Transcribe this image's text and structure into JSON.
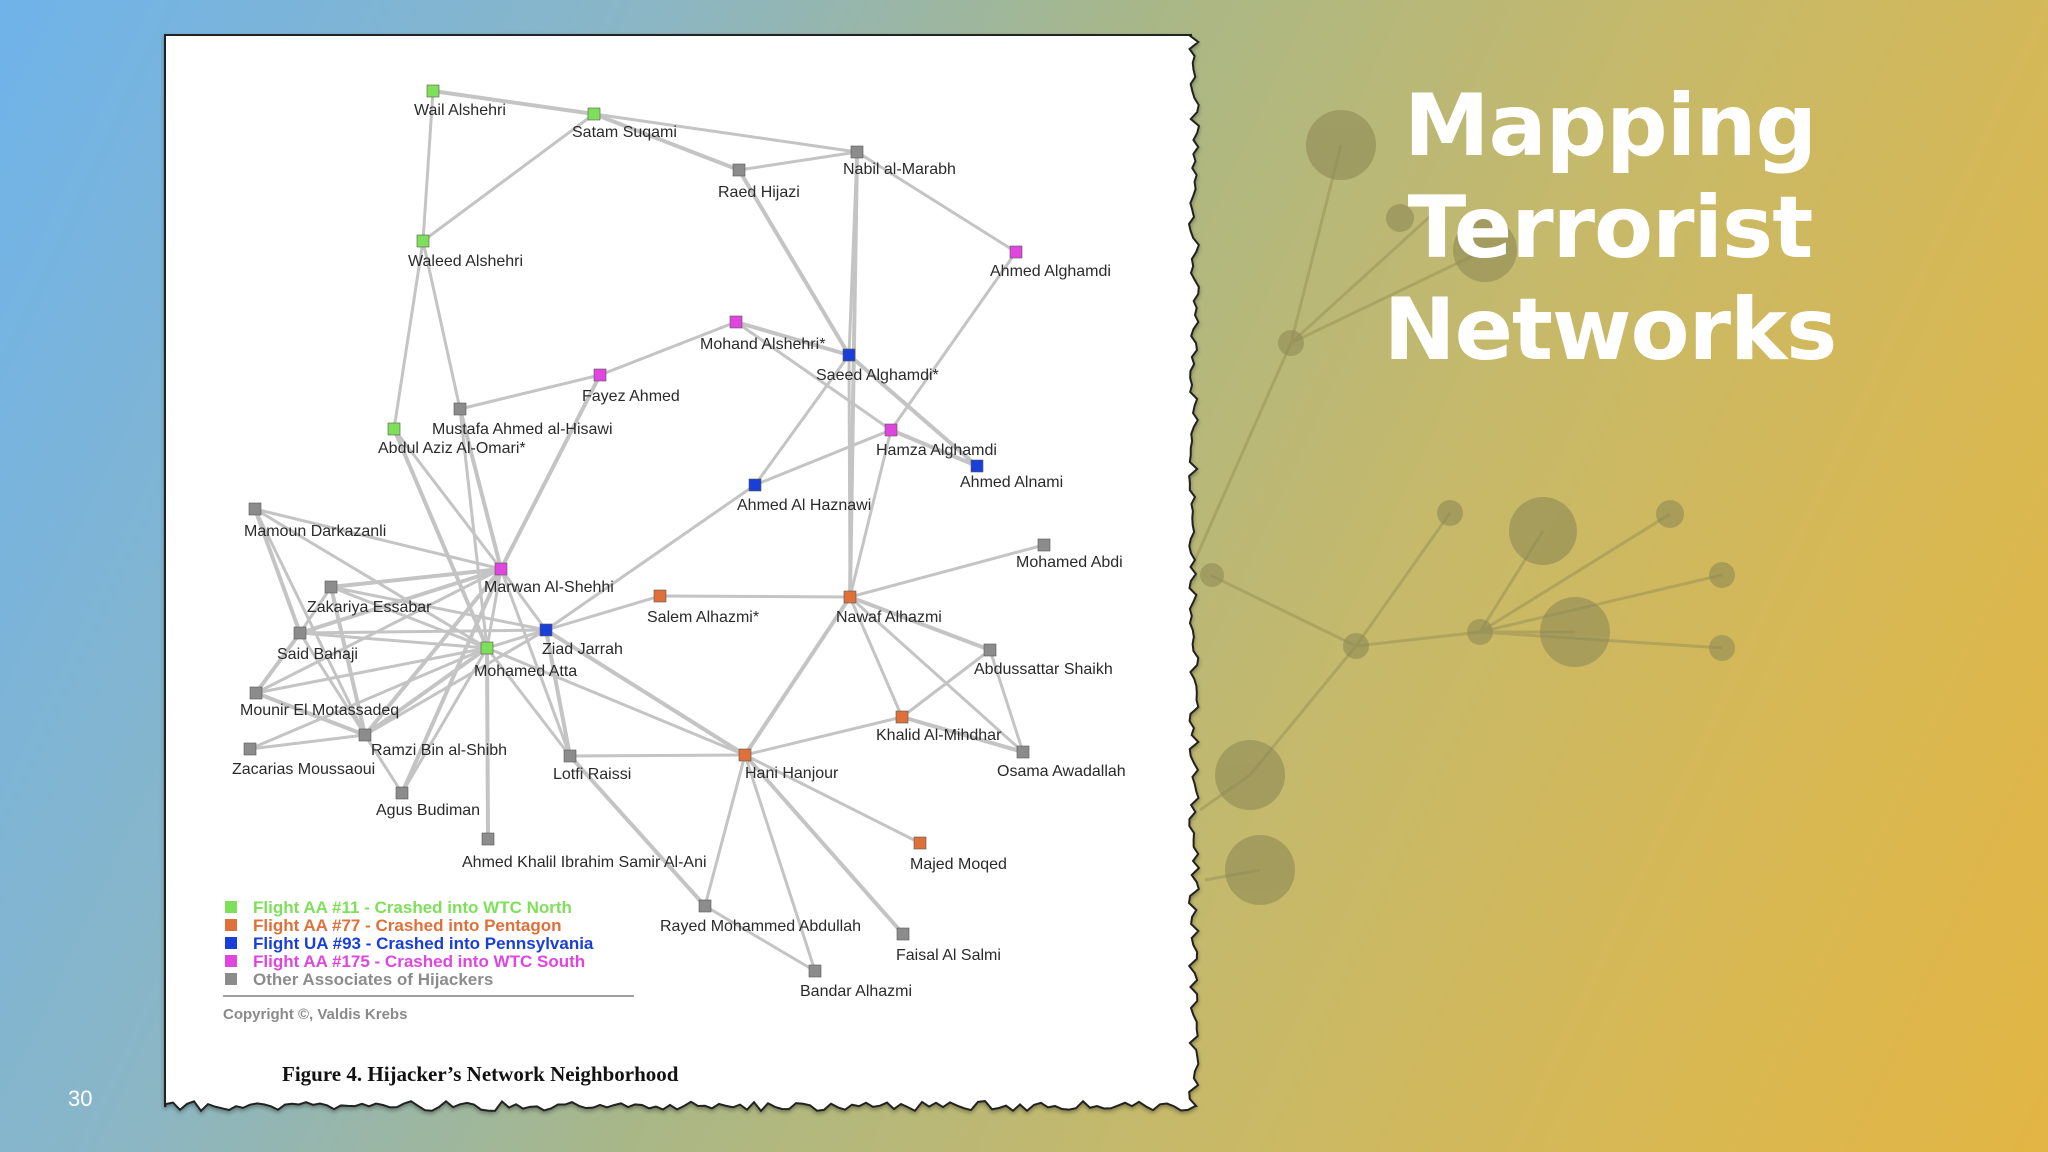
{
  "slide": {
    "title_lines": [
      "Mapping",
      "Terrorist",
      "Networks"
    ],
    "page_number": "30"
  },
  "colors": {
    "flight_aa11": "#7ee05a",
    "flight_aa77": "#e0703a",
    "flight_ua93": "#1a3fd9",
    "flight_aa175": "#e045e0",
    "other": "#8c8c8c",
    "edge": "#c4c4c4"
  },
  "figure": {
    "caption": "Figure 4. Hijacker’s Network Neighborhood",
    "copyright": "Copyright ©, Valdis Krebs",
    "legend": [
      {
        "group": "aa11",
        "label": "Flight AA #11 - Crashed into WTC North"
      },
      {
        "group": "aa77",
        "label": "Flight AA #77 - Crashed into Pentagon"
      },
      {
        "group": "ua93",
        "label": "Flight UA #93 - Crashed into Pennsylvania"
      },
      {
        "group": "aa175",
        "label": "Flight AA #175 - Crashed into WTC South"
      },
      {
        "group": "other",
        "label": "Other Associates of Hijackers"
      }
    ],
    "nodes": [
      {
        "id": "wail",
        "label": "Wail Alshehri",
        "group": "aa11"
      },
      {
        "id": "satam",
        "label": "Satam Suqami",
        "group": "aa11"
      },
      {
        "id": "waleed",
        "label": "Waleed Alshehri",
        "group": "aa11"
      },
      {
        "id": "abdulaziz",
        "label": "Abdul Aziz Al-Omari*",
        "group": "aa11"
      },
      {
        "id": "atta",
        "label": "Mohamed Atta",
        "group": "aa11"
      },
      {
        "id": "nabil",
        "label": "Nabil al-Marabh",
        "group": "other"
      },
      {
        "id": "raed",
        "label": "Raed Hijazi",
        "group": "other"
      },
      {
        "id": "ahmedalghamdi",
        "label": "Ahmed Alghamdi",
        "group": "aa175"
      },
      {
        "id": "mohand",
        "label": "Mohand Alshehri*",
        "group": "aa175"
      },
      {
        "id": "saeed",
        "label": "Saeed Alghamdi*",
        "group": "ua93"
      },
      {
        "id": "fayez",
        "label": "Fayez Ahmed",
        "group": "aa175"
      },
      {
        "id": "mustafa",
        "label": "Mustafa Ahmed al-Hisawi",
        "group": "other"
      },
      {
        "id": "hamza",
        "label": "Hamza Alghamdi",
        "group": "aa175"
      },
      {
        "id": "alnami",
        "label": "Ahmed Alnami",
        "group": "ua93"
      },
      {
        "id": "haznawi",
        "label": "Ahmed Al Haznawi",
        "group": "ua93"
      },
      {
        "id": "mamoun",
        "label": "Mamoun Darkazanli",
        "group": "other"
      },
      {
        "id": "marwan",
        "label": "Marwan Al-Shehhi",
        "group": "aa175"
      },
      {
        "id": "zakariya",
        "label": "Zakariya Essabar",
        "group": "other"
      },
      {
        "id": "salem",
        "label": "Salem Alhazmi*",
        "group": "aa77"
      },
      {
        "id": "nawaf",
        "label": "Nawaf Alhazmi",
        "group": "aa77"
      },
      {
        "id": "mabdi",
        "label": "Mohamed Abdi",
        "group": "other"
      },
      {
        "id": "said",
        "label": "Said Bahaji",
        "group": "other"
      },
      {
        "id": "jarrah",
        "label": "Ziad Jarrah",
        "group": "ua93"
      },
      {
        "id": "shaikh",
        "label": "Abdussattar Shaikh",
        "group": "other"
      },
      {
        "id": "mounir",
        "label": "Mounir El Motassadeq",
        "group": "other"
      },
      {
        "id": "ramzi",
        "label": "Ramzi Bin al-Shibh",
        "group": "other"
      },
      {
        "id": "khalid",
        "label": "Khalid Al-Mihdhar",
        "group": "aa77"
      },
      {
        "id": "zacarias",
        "label": "Zacarias Moussaoui",
        "group": "other"
      },
      {
        "id": "lotfi",
        "label": "Lotfi Raissi",
        "group": "other"
      },
      {
        "id": "hani",
        "label": "Hani Hanjour",
        "group": "aa77"
      },
      {
        "id": "osama",
        "label": "Osama Awadallah",
        "group": "other"
      },
      {
        "id": "agus",
        "label": "Agus Budiman",
        "group": "other"
      },
      {
        "id": "ahmedkhalil",
        "label": "Ahmed Khalil Ibrahim Samir Al-Ani",
        "group": "other"
      },
      {
        "id": "majed",
        "label": "Majed Moqed",
        "group": "aa77"
      },
      {
        "id": "rayed",
        "label": "Rayed Mohammed Abdullah",
        "group": "other"
      },
      {
        "id": "faisal",
        "label": "Faisal Al Salmi",
        "group": "other"
      },
      {
        "id": "bandar",
        "label": "Bandar Alhazmi",
        "group": "other"
      }
    ],
    "edges": [
      [
        "wail",
        "satam"
      ],
      [
        "wail",
        "waleed"
      ],
      [
        "satam",
        "waleed"
      ],
      [
        "satam",
        "raed"
      ],
      [
        "satam",
        "nabil"
      ],
      [
        "raed",
        "nabil"
      ],
      [
        "raed",
        "saeed"
      ],
      [
        "nabil",
        "saeed"
      ],
      [
        "nabil",
        "ahmedalghamdi"
      ],
      [
        "nabil",
        "nawaf"
      ],
      [
        "waleed",
        "abdulaziz"
      ],
      [
        "waleed",
        "mustafa"
      ],
      [
        "abdulaziz",
        "atta"
      ],
      [
        "abdulaziz",
        "marwan"
      ],
      [
        "mustafa",
        "fayez"
      ],
      [
        "mustafa",
        "marwan"
      ],
      [
        "mustafa",
        "atta"
      ],
      [
        "mohand",
        "fayez"
      ],
      [
        "mohand",
        "saeed"
      ],
      [
        "mohand",
        "hamza"
      ],
      [
        "saeed",
        "haznawi"
      ],
      [
        "saeed",
        "alnami"
      ],
      [
        "saeed",
        "nawaf"
      ],
      [
        "hamza",
        "haznawi"
      ],
      [
        "hamza",
        "alnami"
      ],
      [
        "hamza",
        "nawaf"
      ],
      [
        "ahmedalghamdi",
        "hamza"
      ],
      [
        "fayez",
        "marwan"
      ],
      [
        "haznawi",
        "jarrah"
      ],
      [
        "mamoun",
        "marwan"
      ],
      [
        "mamoun",
        "said"
      ],
      [
        "mamoun",
        "ramzi"
      ],
      [
        "mamoun",
        "atta"
      ],
      [
        "zakariya",
        "marwan"
      ],
      [
        "zakariya",
        "atta"
      ],
      [
        "zakariya",
        "said"
      ],
      [
        "zakariya",
        "ramzi"
      ],
      [
        "zakariya",
        "jarrah"
      ],
      [
        "said",
        "atta"
      ],
      [
        "said",
        "marwan"
      ],
      [
        "said",
        "ramzi"
      ],
      [
        "said",
        "jarrah"
      ],
      [
        "said",
        "mounir"
      ],
      [
        "mounir",
        "atta"
      ],
      [
        "mounir",
        "marwan"
      ],
      [
        "mounir",
        "ramzi"
      ],
      [
        "marwan",
        "atta"
      ],
      [
        "marwan",
        "jarrah"
      ],
      [
        "marwan",
        "ramzi"
      ],
      [
        "marwan",
        "lotfi"
      ],
      [
        "atta",
        "jarrah"
      ],
      [
        "atta",
        "ramzi"
      ],
      [
        "atta",
        "zacarias"
      ],
      [
        "atta",
        "agus"
      ],
      [
        "atta",
        "ahmedkhalil"
      ],
      [
        "atta",
        "lotfi"
      ],
      [
        "atta",
        "hani"
      ],
      [
        "jarrah",
        "lotfi"
      ],
      [
        "jarrah",
        "ramzi"
      ],
      [
        "jarrah",
        "salem"
      ],
      [
        "jarrah",
        "hani"
      ],
      [
        "ramzi",
        "zacarias"
      ],
      [
        "ramzi",
        "agus"
      ],
      [
        "marwan",
        "agus"
      ],
      [
        "salem",
        "nawaf"
      ],
      [
        "nawaf",
        "mabdi"
      ],
      [
        "nawaf",
        "shaikh"
      ],
      [
        "nawaf",
        "khalid"
      ],
      [
        "nawaf",
        "osama"
      ],
      [
        "nawaf",
        "hani"
      ],
      [
        "shaikh",
        "khalid"
      ],
      [
        "shaikh",
        "osama"
      ],
      [
        "khalid",
        "osama"
      ],
      [
        "khalid",
        "hani"
      ],
      [
        "lotfi",
        "hani"
      ],
      [
        "lotfi",
        "rayed"
      ],
      [
        "hani",
        "majed"
      ],
      [
        "hani",
        "rayed"
      ],
      [
        "hani",
        "faisal"
      ],
      [
        "hani",
        "bandar"
      ],
      [
        "rayed",
        "bandar"
      ]
    ]
  }
}
